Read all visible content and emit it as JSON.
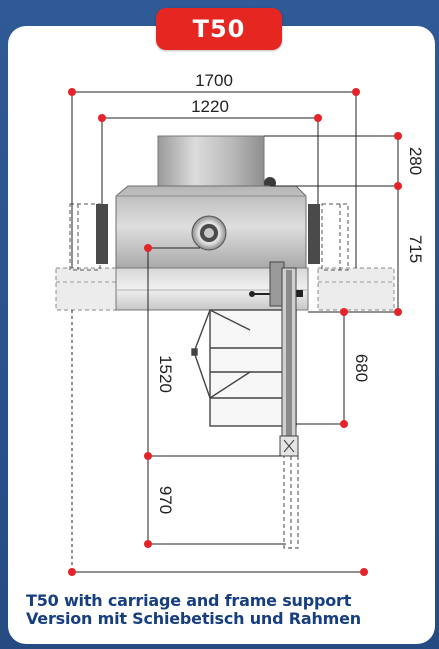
{
  "model_badge": "T50",
  "dimensions": {
    "overall_width": "1700",
    "table_width": "1220",
    "motor_height": "280",
    "table_depth": "715",
    "carriage_length": "680",
    "total_length": "1520",
    "frame_length": "970"
  },
  "caption": {
    "line1": "T50 with carriage and frame support",
    "line2": "Version mit Schiebetisch und Rahmen"
  },
  "colors": {
    "frame_blue": "#2b4f86",
    "badge_red": "#e62620",
    "caption_blue": "#173f80",
    "dimension_dot": "#e3242b"
  }
}
